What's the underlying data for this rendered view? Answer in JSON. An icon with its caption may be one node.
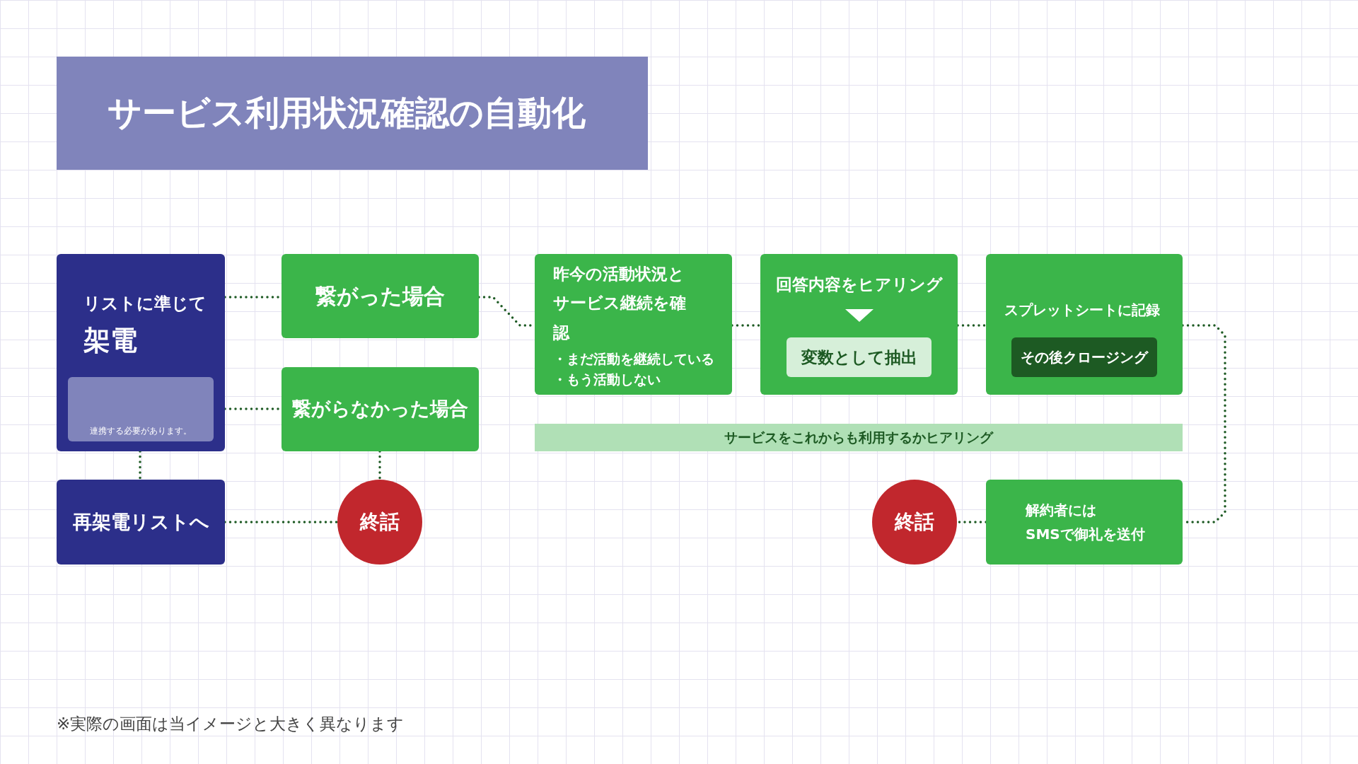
{
  "diagram": {
    "title": "サービス利用状況確認の自動化",
    "nodes": [
      {
        "text": [
          "リストに準じて",
          "架電"
        ]
      },
      {
        "text": [
          "連携する必要があります。"
        ],
        "in": 0
      },
      {
        "text": [
          "繋がった場合"
        ]
      },
      {
        "text": [
          "繋がらなかった場合"
        ]
      },
      {
        "text": [
          "再架電リストへ"
        ]
      },
      {
        "text": [
          "終話"
        ]
      },
      {
        "text": [
          "昨今の活動状況とサービス継続を確認",
          "・まだ活動を継続している",
          "・もう活動しない"
        ]
      },
      {
        "text": [
          "回答内容をヒアリング"
        ]
      },
      {
        "text": [
          "変数として抽出"
        ],
        "in": 7
      },
      {
        "text": [
          "スプレットシートに記録"
        ]
      },
      {
        "text": [
          "その後クロージング"
        ],
        "in": 9
      },
      {
        "text": [
          "サービスをこれからも利用するかヒアリング"
        ]
      },
      {
        "text": [
          "終話"
        ]
      },
      {
        "text": [
          "解約者には SMSで御礼を送付"
        ]
      }
    ],
    "edges": [
      {
        "from": 0,
        "to": 2,
        "arrow": "none"
      },
      {
        "from": 0,
        "to": 3,
        "arrow": "none"
      },
      {
        "from": 0,
        "to": 4,
        "arrow": "none"
      },
      {
        "from": 3,
        "to": 5,
        "arrow": "none"
      },
      {
        "from": 4,
        "to": 5,
        "arrow": "none"
      },
      {
        "from": 2,
        "to": 6,
        "arrow": "none"
      },
      {
        "from": 6,
        "to": 7,
        "arrow": "none"
      },
      {
        "from": 7,
        "to": 9,
        "arrow": "none"
      },
      {
        "from": 9,
        "to": 13,
        "arrow": "none"
      },
      {
        "from": 13,
        "to": 12,
        "arrow": "none"
      }
    ],
    "labels": [
      "※実際の画面は当イメージと大きく異なります"
    ]
  }
}
